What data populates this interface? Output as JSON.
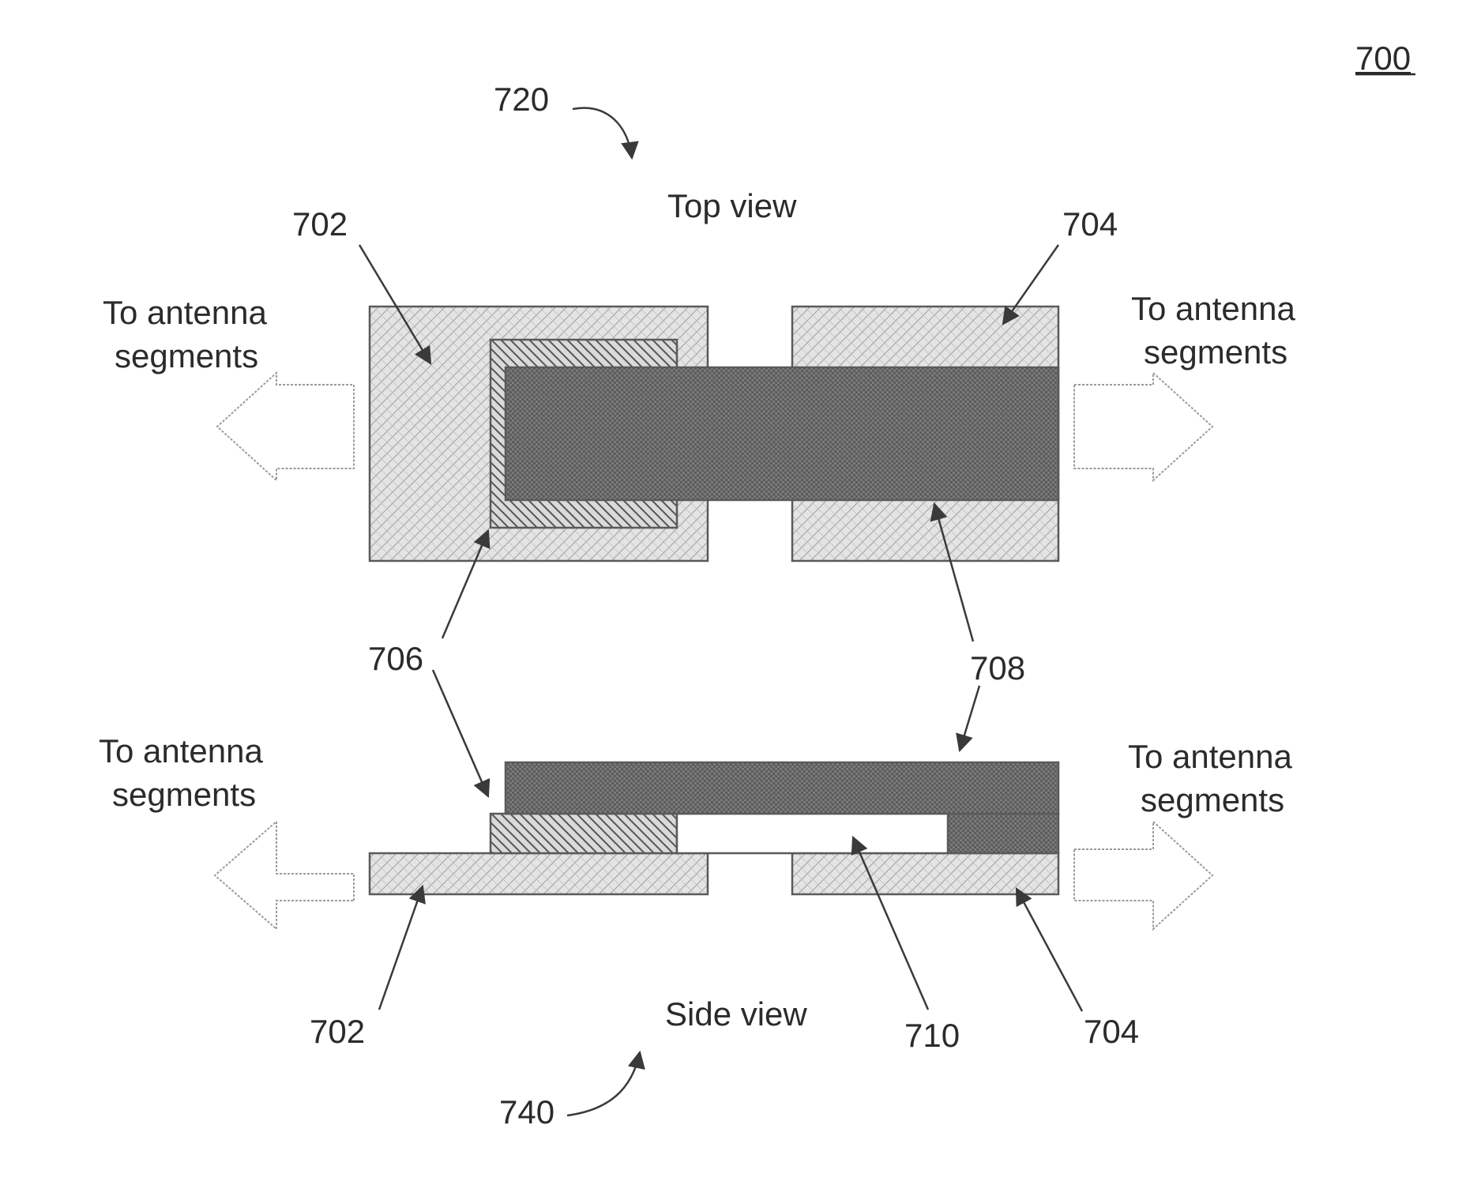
{
  "figure_number": "700",
  "views": {
    "top": {
      "ref": "720",
      "caption": "Top view"
    },
    "side": {
      "ref": "740",
      "caption": "Side view"
    }
  },
  "labels": {
    "top_left_pad": "702",
    "top_right_pad": "704",
    "shared_706": "706",
    "shared_708": "708",
    "side_left_pad": "702",
    "side_right_pad": "704",
    "side_gap": "710"
  },
  "arrows": {
    "top_left_line1": "To antenna",
    "top_left_line2": "segments",
    "top_right_line1": "To antenna",
    "top_right_line2": "segments",
    "side_left_line1": "To antenna",
    "side_left_line2": "segments",
    "side_right_line1": "To antenna",
    "side_right_line2": "segments"
  },
  "colors": {
    "pad_fill": "#e2e2e2",
    "conductor_fill": "#6e6e6e",
    "layer_706_fill": "#cfcfcf",
    "line": "#3a3a3a"
  }
}
